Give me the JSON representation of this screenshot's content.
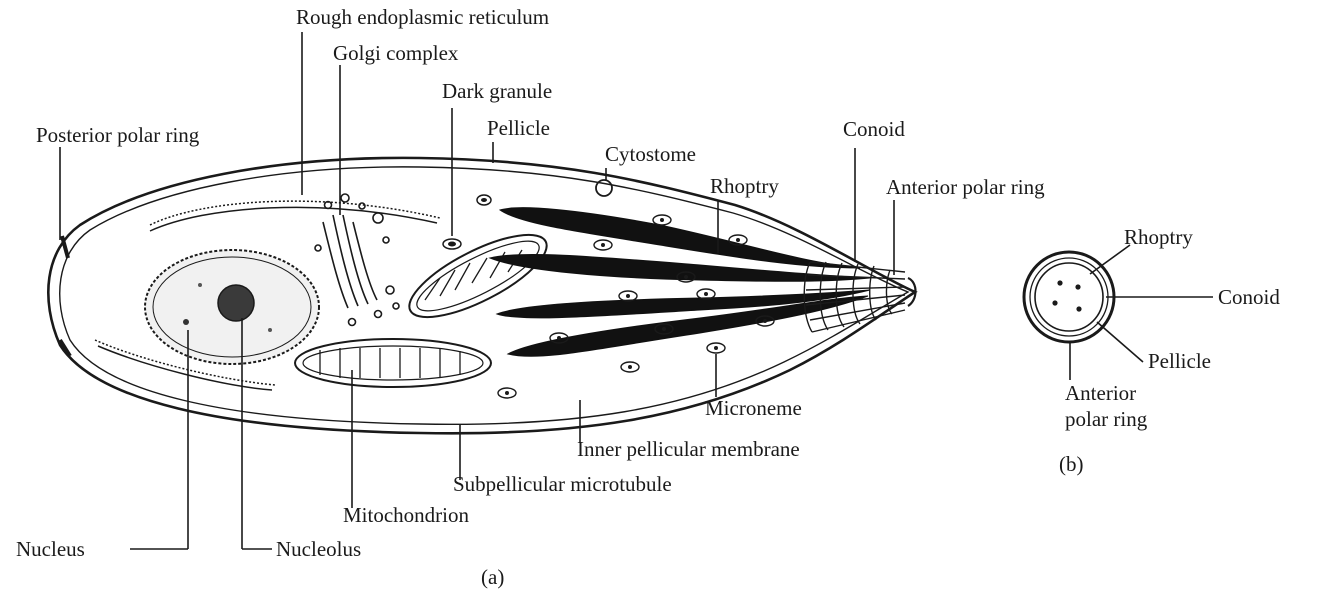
{
  "labels": {
    "rough_er": "Rough endoplasmic reticulum",
    "golgi": "Golgi complex",
    "dark_granule": "Dark granule",
    "pellicle": "Pellicle",
    "posterior_polar_ring": "Posterior polar ring",
    "cytostome": "Cytostome",
    "conoid": "Conoid",
    "rhoptry": "Rhoptry",
    "anterior_polar_ring": "Anterior polar ring",
    "microneme": "Microneme",
    "inner_pellicular_membrane": "Inner pellicular membrane",
    "subpellicular_microtubule": "Subpellicular microtubule",
    "mitochondrion": "Mitochondrion",
    "nucleus": "Nucleus",
    "nucleolus": "Nucleolus",
    "panel_a": "(a)",
    "panel_b": "(b)"
  },
  "inset_labels": {
    "rhoptry": "Rhoptry",
    "conoid": "Conoid",
    "pellicle": "Pellicle",
    "anterior_line1": "Anterior",
    "anterior_line2": "polar ring"
  }
}
